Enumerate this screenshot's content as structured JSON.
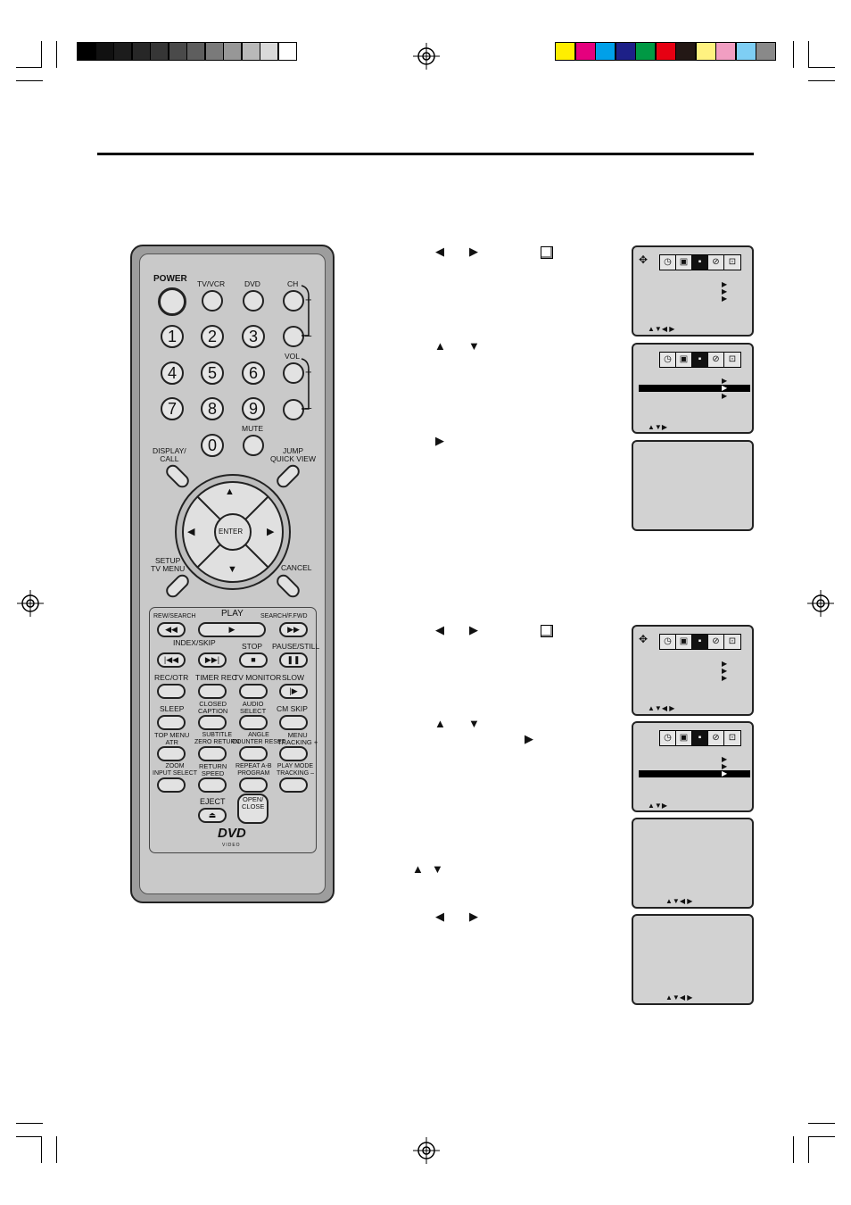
{
  "color_bar": {
    "gray_colors": [
      "#000000",
      "#111111",
      "#1c1c1c",
      "#272727",
      "#363636",
      "#4a4a4a",
      "#5e5e5e",
      "#7a7a7a",
      "#979797",
      "#b9b9b9",
      "#d9d9d9",
      "#ffffff"
    ],
    "process_colors": [
      "#ffee00",
      "#e5007e",
      "#00a0e9",
      "#1d2088",
      "#009944",
      "#e60012",
      "#231815",
      "#fff280",
      "#f19ec2",
      "#7ecef4",
      "#898989"
    ]
  },
  "remote": {
    "power": "POWER",
    "tv_vcr": "TV/VCR",
    "dvd": "DVD",
    "ch": "CH",
    "vol": "VOL",
    "plus": "+",
    "minus": "–",
    "digits": [
      "1",
      "2",
      "3",
      "4",
      "5",
      "6",
      "7",
      "8",
      "9",
      "0"
    ],
    "mute": "MUTE",
    "display_call": "DISPLAY/\nCALL",
    "jump_quick_view": "JUMP\nQUICK VIEW",
    "enter": "ENTER",
    "setup_tv_menu": "SETUP\nTV MENU",
    "cancel": "CANCEL",
    "rew_search": "REW/SEARCH",
    "play": "PLAY",
    "search_ffwd": "SEARCH/F.FWD",
    "index_skip": "INDEX/SKIP",
    "stop": "STOP",
    "pause_still": "PAUSE/STILL",
    "rec_otr": "REC/OTR",
    "timer_rec": "TIMER REC",
    "tv_monitor": "TV MONITOR",
    "slow": "SLOW",
    "sleep": "SLEEP",
    "closed_caption": "CLOSED\nCAPTION",
    "audio_select": "AUDIO\nSELECT",
    "cm_skip": "CM SKIP",
    "top_menu_atr": "TOP MENU\nATR",
    "subtitle": "SUBTITLE\nZERO RETURN",
    "angle": "ANGLE\nCOUNTER RESET",
    "menu_tracking_plus": "MENU\nTRACKING +",
    "zoom": "ZOOM\nINPUT SELECT",
    "return_speed": "RETURN\nSPEED",
    "repeat_program": "REPEAT A-B\nPROGRAM",
    "play_mode_tracking_minus": "PLAY MODE\nTRACKING –",
    "eject": "EJECT",
    "open_close": "OPEN/\nCLOSE",
    "dvd_logo": "DVD",
    "video_logo": "VIDEO"
  },
  "osd_nav_hint_full": "▲▼◀ ▶",
  "osd_nav_hint_short": "▲▼▶"
}
